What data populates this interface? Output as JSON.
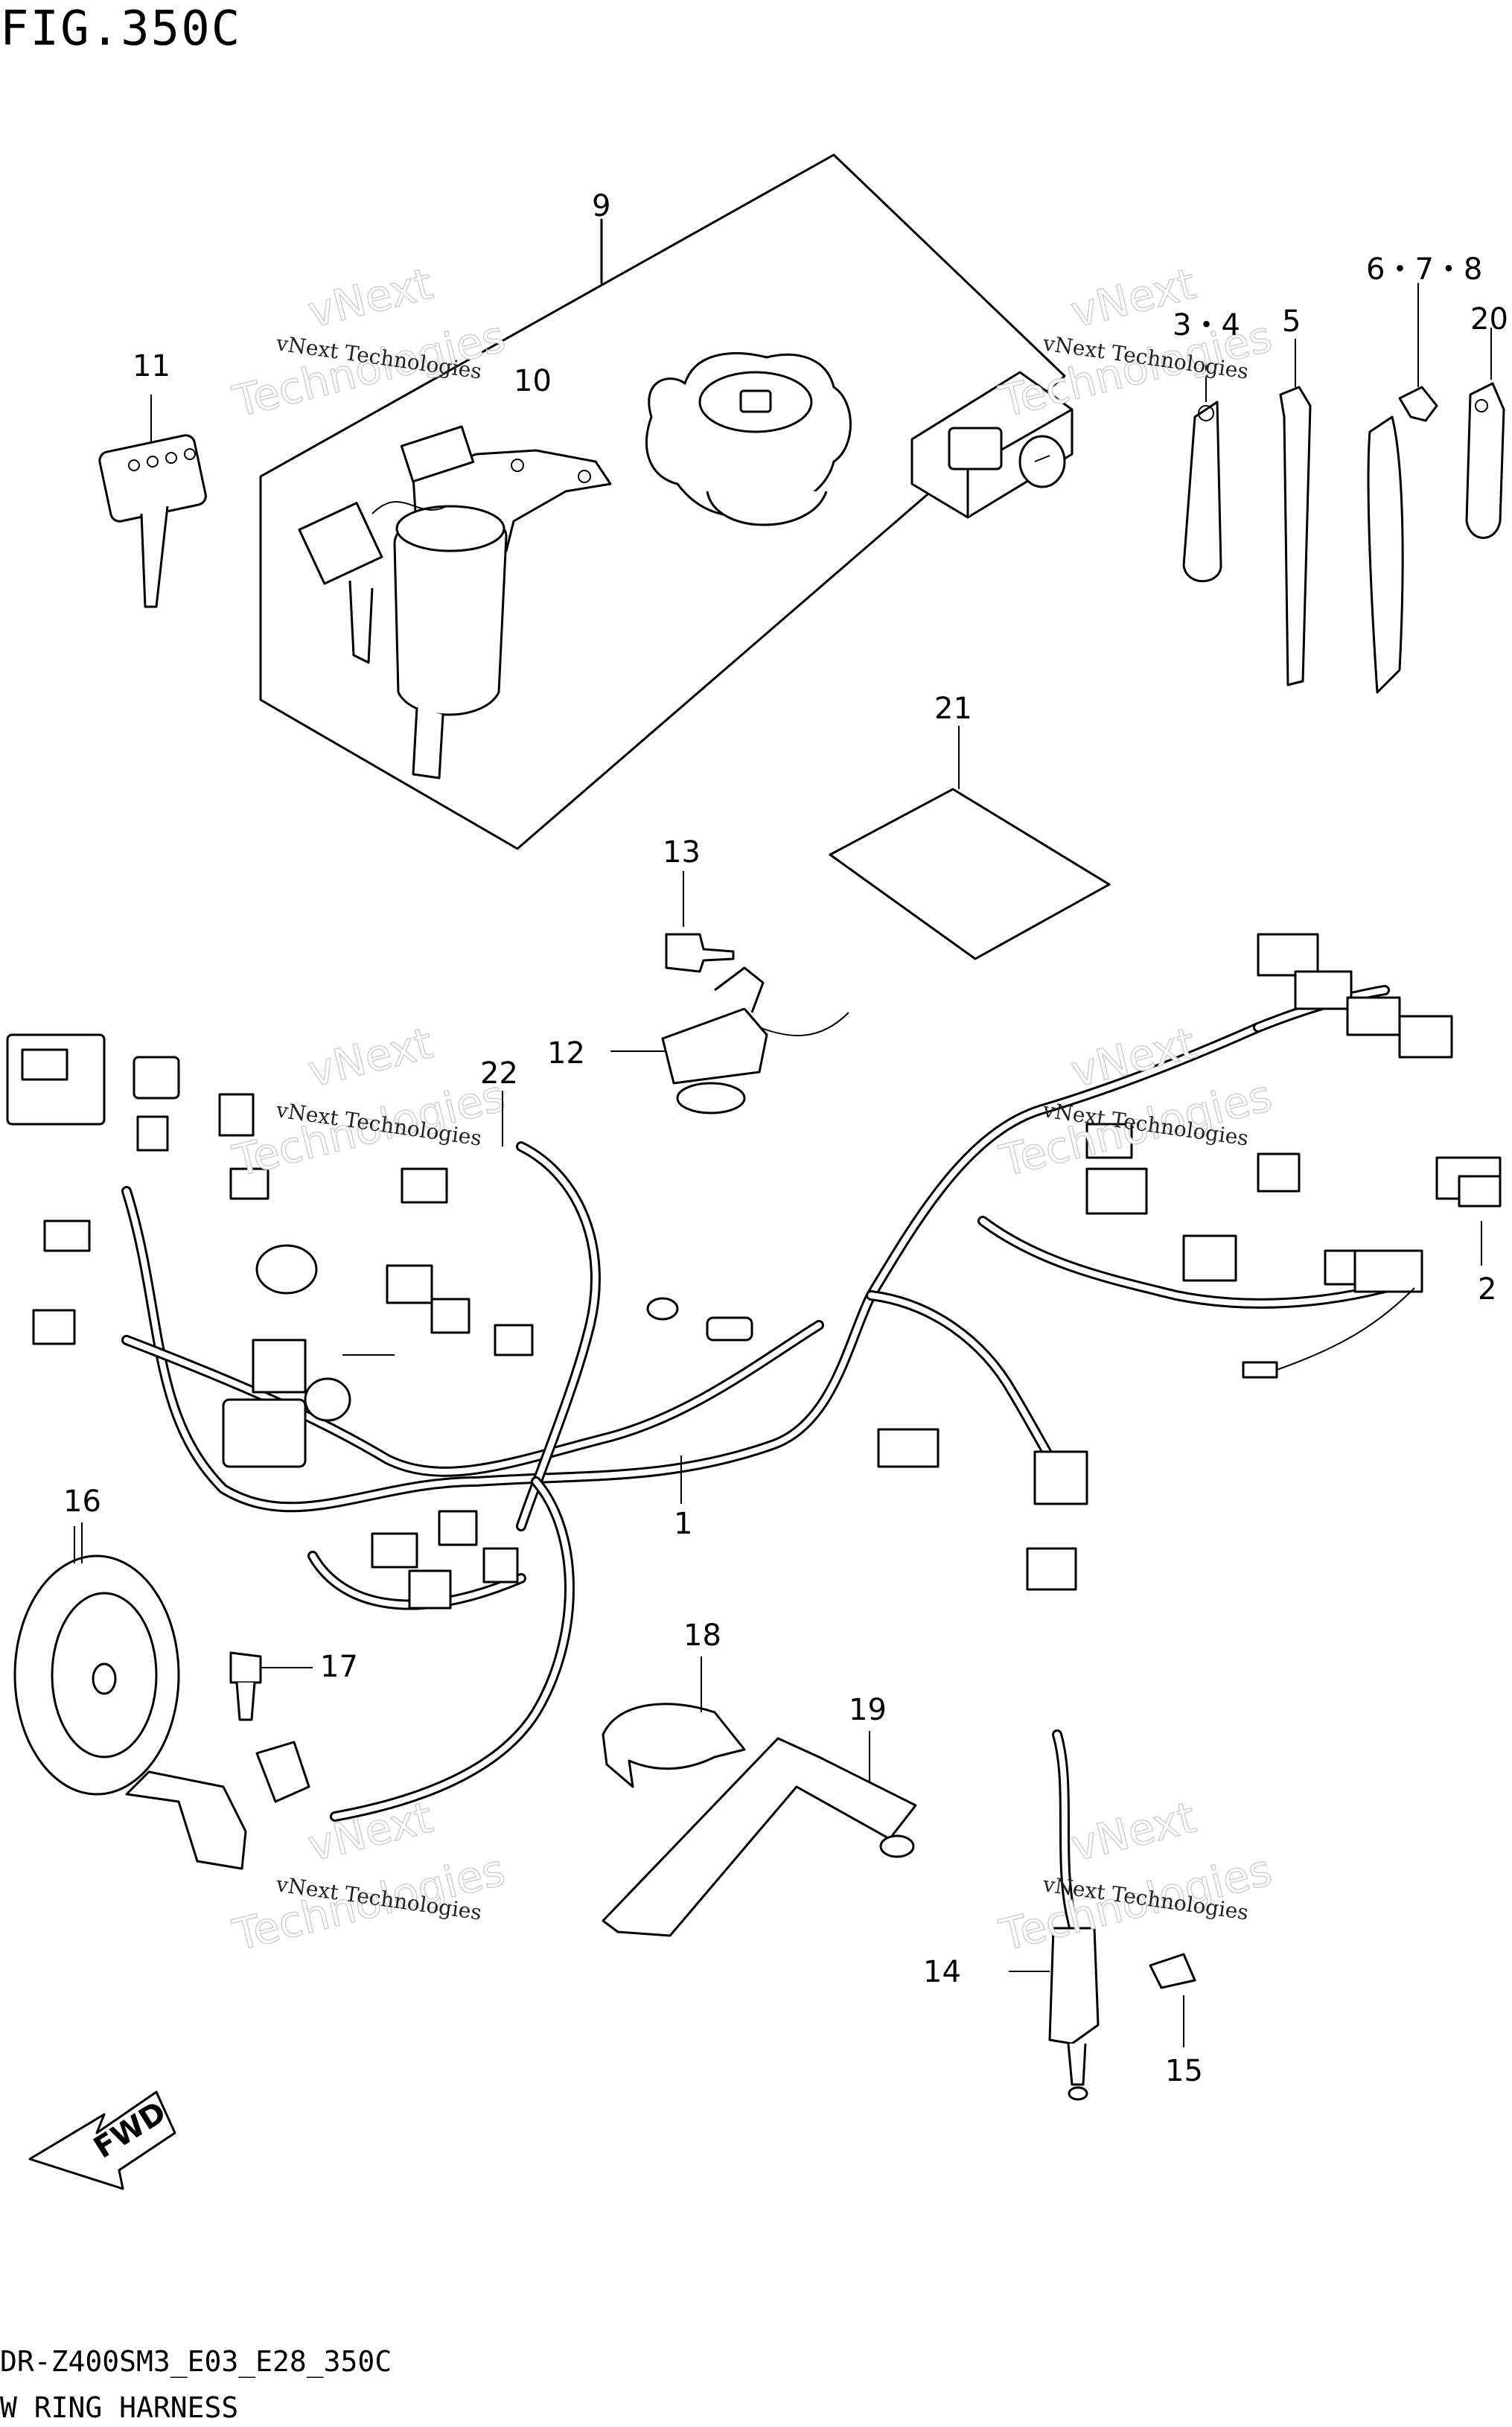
{
  "figure": {
    "title": "FIG.350C",
    "model_code": "DR-Z400SM3_E03_E28_350C",
    "section_name": "W RING HARNESS"
  },
  "watermark": {
    "line1": "vNext Technologies",
    "line2": "vNext",
    "line3": "Technologies"
  },
  "callouts": {
    "c1": "1",
    "c2": "2",
    "c34": "3・4",
    "c5": "5",
    "c678": "6・7・8",
    "c9": "9",
    "c10": "10",
    "c11": "11",
    "c12": "12",
    "c13": "13",
    "c14": "14",
    "c15": "15",
    "c16": "16",
    "c17": "17",
    "c18": "18",
    "c19": "19",
    "c20": "20",
    "c21": "21",
    "c22": "22"
  },
  "direction_arrow": {
    "label": "FWD"
  }
}
